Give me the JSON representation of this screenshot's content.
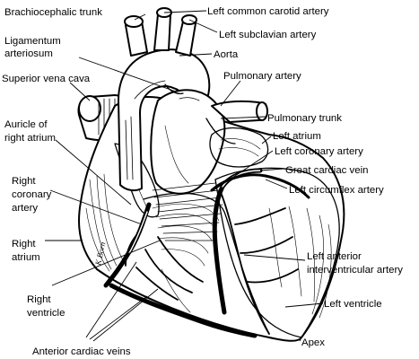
{
  "labels": {
    "brachiocephalic_trunk": "Brachiocephalic trunk",
    "left_common_carotid_artery": "Left common carotid artery",
    "ligamentum_line1": "Ligamentum",
    "ligamentum_line2": "arteriosum",
    "left_subclavian_artery": "Left subclavian artery",
    "aorta": "Aorta",
    "superior_vena_cava": "Superior vena cava",
    "pulmonary_artery": "Pulmonary artery",
    "auricle_line1": "Auricle of",
    "auricle_line2": "right atrium",
    "pulmonary_trunk": "Pulmonary trunk",
    "left_atrium": "Left atrium",
    "left_coronary_artery": "Left coronary artery",
    "great_cardiac_vein": "Great cardiac vein",
    "right_coronary_line1": "Right",
    "right_coronary_line2": "coronary",
    "right_coronary_line3": "artery",
    "left_circumflex_artery": "Left circumflex artery",
    "right_atrium_line1": "Right",
    "right_atrium_line2": "atrium",
    "left_anterior_line1": "Left anterior",
    "left_anterior_line2": "interventricular artery",
    "right_ventricle_line1": "Right",
    "right_ventricle_line2": "ventricle",
    "left_ventricle": "Left ventricle",
    "apex": "Apex",
    "anterior_cardiac_veins": "Anterior cardiac veins"
  },
  "signature": "K Born",
  "colors": {
    "ink": "#000000",
    "paper": "#ffffff"
  }
}
